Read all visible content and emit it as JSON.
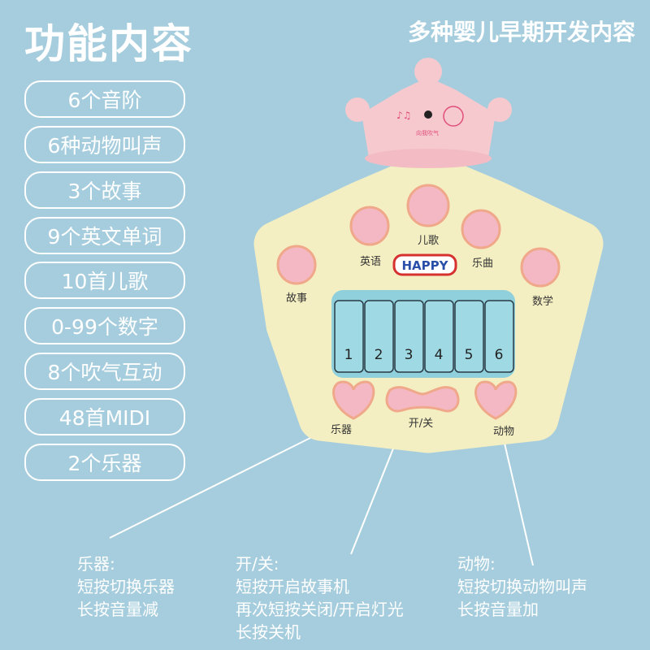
{
  "header": {
    "title": "功能内容",
    "subtitle": "多种婴儿早期开发内容"
  },
  "features": [
    "6个音阶",
    "6种动物叫声",
    "3个故事",
    "9个英文单词",
    "10首儿歌",
    "0-99个数字",
    "8个吹气互动",
    "48首MIDI",
    "2个乐器"
  ],
  "device": {
    "crown_label": "向我吹气",
    "logo": "HAPPY",
    "button_labels": {
      "songs": "儿歌",
      "english": "英语",
      "music": "乐曲",
      "story": "故事",
      "math": "数学",
      "instrument": "乐器",
      "power": "开/关",
      "animal": "动物"
    },
    "keys": [
      "1",
      "2",
      "3",
      "4",
      "5",
      "6"
    ]
  },
  "notes": [
    {
      "title": "乐器:",
      "lines": [
        "短按切换乐器",
        "长按音量减"
      ]
    },
    {
      "title": "开/关:",
      "lines": [
        "短按开启故事机",
        "再次短按关闭/开启灯光",
        "长按关机"
      ]
    },
    {
      "title": "动物:",
      "lines": [
        "短按切换动物叫声",
        "长按音量加"
      ]
    }
  ],
  "colors": {
    "background": "#a6cddd",
    "body": "#f4efc3",
    "pink": "#f4b8c4",
    "keys": "#8fd0dc"
  }
}
